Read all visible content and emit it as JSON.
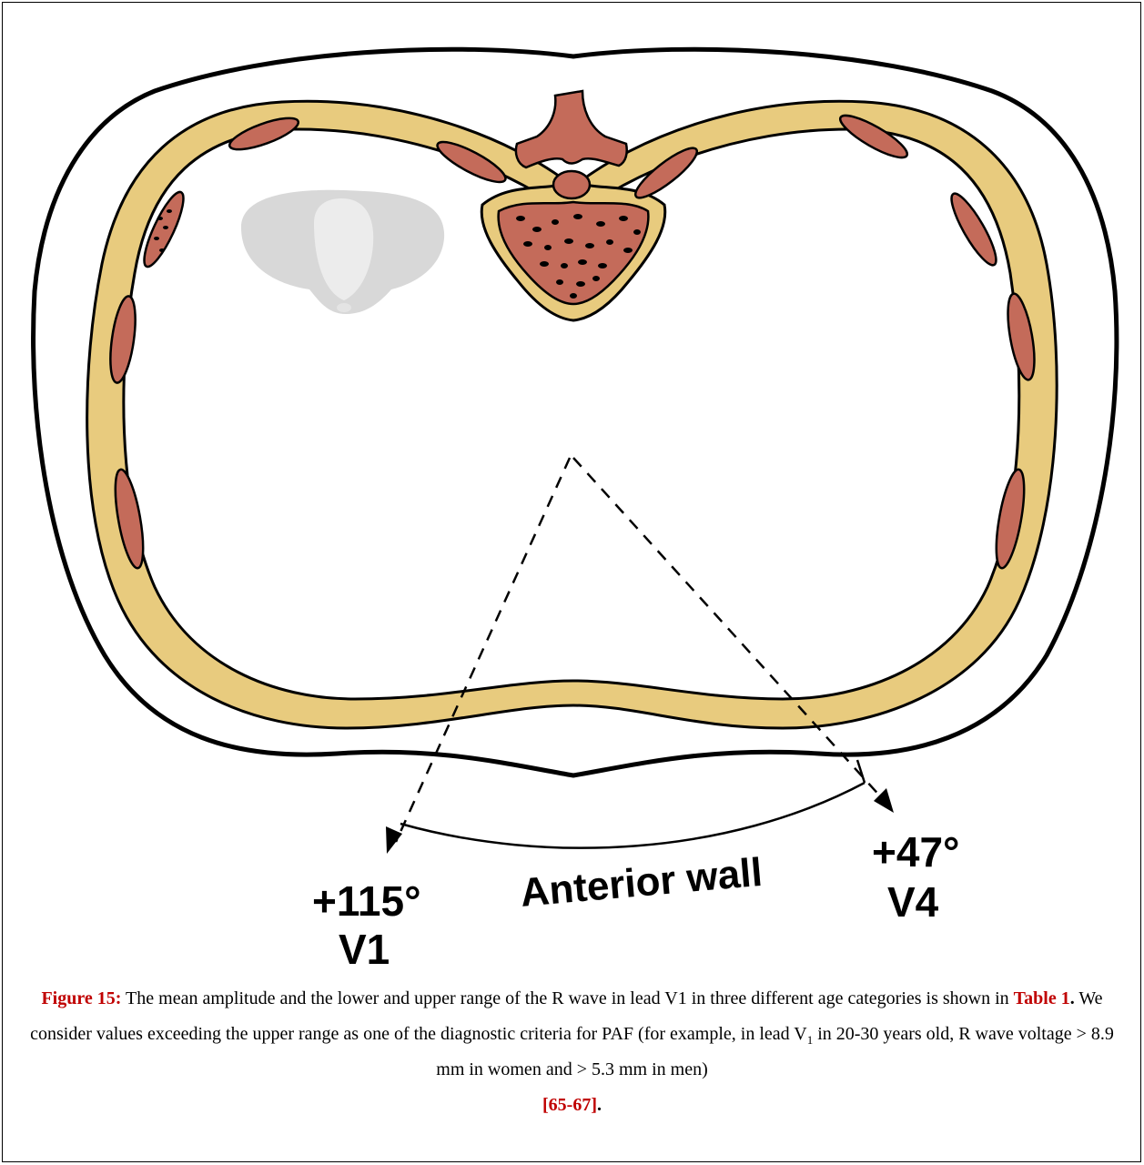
{
  "figure": {
    "angle_v1": "+115°",
    "lead_v1": "V1",
    "angle_v4": "+47°",
    "lead_v4": "V4",
    "arc_label": "Anterior wall"
  },
  "caption": {
    "figure_label": "Figure 15:",
    "text_1": " The mean amplitude and the lower and upper range of the R wave in lead V1 in three different age categories is shown in ",
    "table_ref": "Table 1",
    "text_2": ". We consider values exceeding the upper range as one of the diagnostic criteria for PAF (for example, in lead V",
    "subscript": "1",
    "text_3": " in 20-30 years old, R wave voltage > 8.9 mm in women and > 5.3 mm in men) ",
    "refs": "[65-67]",
    "text_4": "."
  },
  "colors": {
    "bone": "#e8cb7e",
    "muscle": "#c46b5a",
    "caption_highlight": "#c00000",
    "heart": "#dcdcdc"
  }
}
